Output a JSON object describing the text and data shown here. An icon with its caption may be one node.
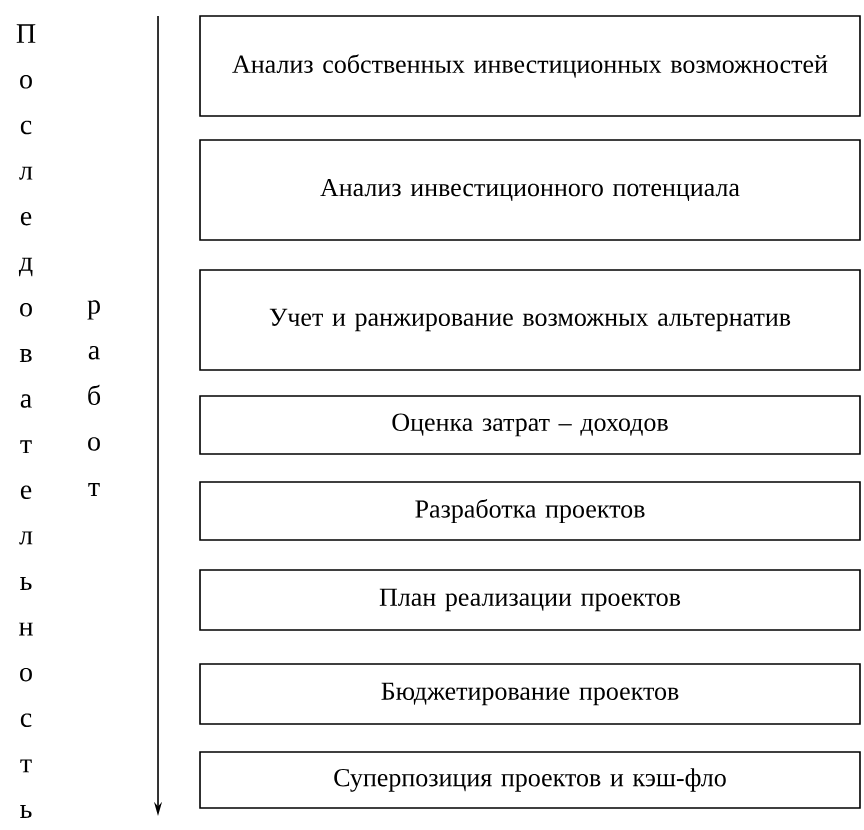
{
  "diagram": {
    "nodes": [
      {
        "text": [
          "Анализ собственных инвестиционных возможностей"
        ]
      },
      {
        "text": [
          "Анализ инвестиционного потенциала"
        ]
      },
      {
        "text": [
          "Учет и ранжирование возможных альтернатив"
        ]
      },
      {
        "text": [
          "Оценка затрат – доходов"
        ]
      },
      {
        "text": [
          "Разработка проектов"
        ]
      },
      {
        "text": [
          "План реализации проектов"
        ]
      },
      {
        "text": [
          "Бюджетирование проектов"
        ]
      },
      {
        "text": [
          "Суперпозиция проектов и кэш-фло"
        ]
      }
    ],
    "labels": [
      "Последовательность",
      "работ"
    ]
  }
}
